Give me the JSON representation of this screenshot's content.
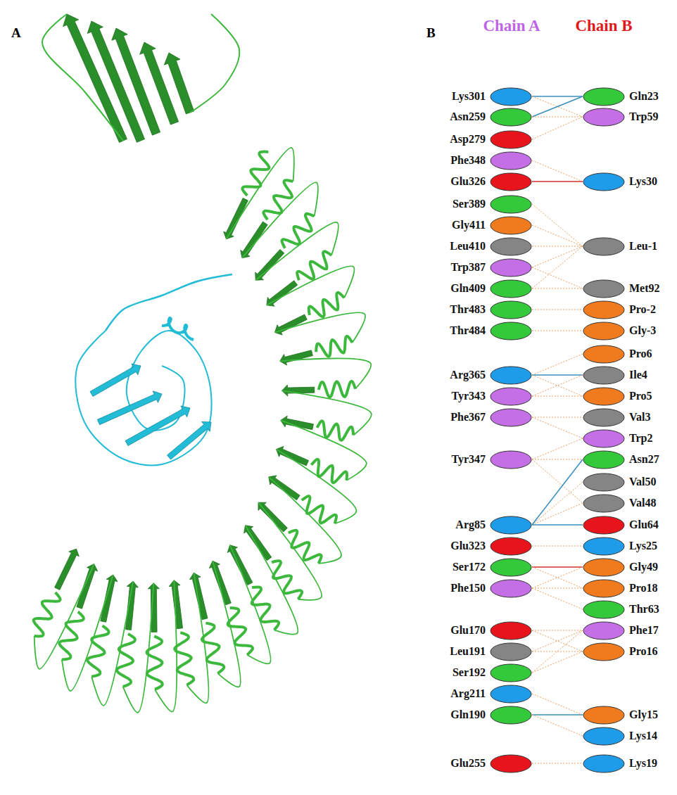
{
  "diagram": {
    "nodes": [
      {
        "text": [
          "Lys301"
        ]
      },
      {
        "text": [
          "Gln23"
        ]
      },
      {
        "text": [
          "Asn259"
        ]
      },
      {
        "text": [
          "Trp59"
        ]
      },
      {
        "text": [
          "Asp279"
        ]
      },
      {
        "text": [
          "Phe348"
        ]
      },
      {
        "text": [
          "Glu326"
        ]
      },
      {
        "text": [
          "Lys30"
        ]
      },
      {
        "text": [
          "Ser389"
        ]
      },
      {
        "text": [
          "Gly411"
        ]
      },
      {
        "text": [
          "Leu410"
        ]
      },
      {
        "text": [
          "Leu-1"
        ]
      },
      {
        "text": [
          "Trp387"
        ]
      },
      {
        "text": [
          "Gln409"
        ]
      },
      {
        "text": [
          "Met92"
        ]
      },
      {
        "text": [
          "Thr483"
        ]
      },
      {
        "text": [
          "Pro-2"
        ]
      },
      {
        "text": [
          "Thr484"
        ]
      },
      {
        "text": [
          "Gly-3"
        ]
      },
      {
        "text": [
          "Pro6"
        ]
      },
      {
        "text": [
          "Arg365"
        ]
      },
      {
        "text": [
          "Ile4"
        ]
      },
      {
        "text": [
          "Tyr343"
        ]
      },
      {
        "text": [
          "Pro5"
        ]
      },
      {
        "text": [
          "Phe367"
        ]
      },
      {
        "text": [
          "Val3"
        ]
      },
      {
        "text": [
          "Trp2"
        ]
      },
      {
        "text": [
          "Tyr347"
        ]
      },
      {
        "text": [
          "Asn27"
        ]
      },
      {
        "text": [
          "Val50"
        ]
      },
      {
        "text": [
          "Val48"
        ]
      },
      {
        "text": [
          "Arg85"
        ]
      },
      {
        "text": [
          "Glu64"
        ]
      },
      {
        "text": [
          "Glu323"
        ]
      },
      {
        "text": [
          "Lys25"
        ]
      },
      {
        "text": [
          "Ser172"
        ]
      },
      {
        "text": [
          "Gly49"
        ]
      },
      {
        "text": [
          "Phe150"
        ]
      },
      {
        "text": [
          "Pro18"
        ]
      },
      {
        "text": [
          "Thr63"
        ]
      },
      {
        "text": [
          "Glu170"
        ]
      },
      {
        "text": [
          "Phe17"
        ]
      },
      {
        "text": [
          "Leu191"
        ]
      },
      {
        "text": [
          "Pro16"
        ]
      },
      {
        "text": [
          "Ser192"
        ]
      },
      {
        "text": [
          "Arg211"
        ]
      },
      {
        "text": [
          "Gln190"
        ]
      },
      {
        "text": [
          "Gly15"
        ]
      },
      {
        "text": [
          "Lys14"
        ]
      },
      {
        "text": [
          "Glu255"
        ]
      },
      {
        "text": [
          "Lys19"
        ]
      }
    ],
    "edges": [
      {
        "from": 0,
        "to": 1,
        "arrow": "none"
      },
      {
        "from": 0,
        "to": 3,
        "arrow": "none"
      },
      {
        "from": 2,
        "to": 1,
        "arrow": "none"
      },
      {
        "from": 2,
        "to": 3,
        "arrow": "none"
      },
      {
        "from": 4,
        "to": 3,
        "arrow": "none"
      },
      {
        "from": 5,
        "to": 7,
        "arrow": "none"
      },
      {
        "from": 6,
        "to": 7,
        "arrow": "none"
      },
      {
        "from": 8,
        "to": 11,
        "arrow": "none"
      },
      {
        "from": 9,
        "to": 11,
        "arrow": "none"
      },
      {
        "from": 10,
        "to": 11,
        "arrow": "none"
      },
      {
        "from": 12,
        "to": 11,
        "arrow": "none"
      },
      {
        "from": 12,
        "to": 14,
        "arrow": "none"
      },
      {
        "from": 13,
        "to": 14,
        "arrow": "none"
      },
      {
        "from": 13,
        "to": 11,
        "arrow": "none"
      },
      {
        "from": 15,
        "to": 16,
        "arrow": "none"
      },
      {
        "from": 17,
        "to": 18,
        "arrow": "none"
      },
      {
        "from": 20,
        "to": 19,
        "arrow": "none"
      },
      {
        "from": 20,
        "to": 21,
        "arrow": "none"
      },
      {
        "from": 20,
        "to": 23,
        "arrow": "none"
      },
      {
        "from": 22,
        "to": 23,
        "arrow": "none"
      },
      {
        "from": 22,
        "to": 21,
        "arrow": "none"
      },
      {
        "from": 24,
        "to": 25,
        "arrow": "none"
      },
      {
        "from": 24,
        "to": 26,
        "arrow": "none"
      },
      {
        "from": 27,
        "to": 28,
        "arrow": "none"
      },
      {
        "from": 27,
        "to": 26,
        "arrow": "none"
      },
      {
        "from": 27,
        "to": 30,
        "arrow": "none"
      },
      {
        "from": 31,
        "to": 29,
        "arrow": "none"
      },
      {
        "from": 31,
        "to": 30,
        "arrow": "none"
      },
      {
        "from": 31,
        "to": 32,
        "arrow": "none"
      },
      {
        "from": 31,
        "to": 28,
        "arrow": "none"
      },
      {
        "from": 33,
        "to": 34,
        "arrow": "none"
      },
      {
        "from": 35,
        "to": 36,
        "arrow": "none"
      },
      {
        "from": 35,
        "to": 38,
        "arrow": "none"
      },
      {
        "from": 37,
        "to": 38,
        "arrow": "none"
      },
      {
        "from": 37,
        "to": 39,
        "arrow": "none"
      },
      {
        "from": 37,
        "to": 36,
        "arrow": "none"
      },
      {
        "from": 40,
        "to": 41,
        "arrow": "none"
      },
      {
        "from": 40,
        "to": 43,
        "arrow": "none"
      },
      {
        "from": 42,
        "to": 41,
        "arrow": "none"
      },
      {
        "from": 42,
        "to": 43,
        "arrow": "none"
      },
      {
        "from": 44,
        "to": 43,
        "arrow": "none"
      },
      {
        "from": 44,
        "to": 41,
        "arrow": "none"
      },
      {
        "from": 45,
        "to": 47,
        "arrow": "none"
      },
      {
        "from": 46,
        "to": 47,
        "arrow": "none"
      },
      {
        "from": 46,
        "to": 48,
        "arrow": "none"
      },
      {
        "from": 49,
        "to": 50,
        "arrow": "none"
      }
    ],
    "labels": [
      "A",
      "B",
      "Chain A",
      "Chain B"
    ]
  }
}
